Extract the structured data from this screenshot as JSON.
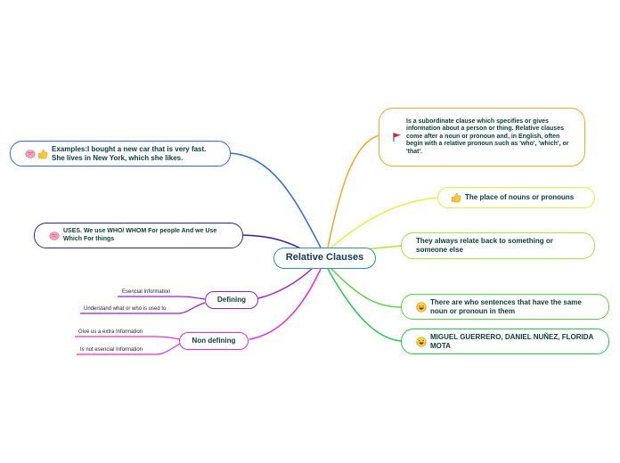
{
  "center": {
    "label": "Relative Clauses"
  },
  "nodes": {
    "definition": "Is a subordinate clause which specifies or gives information about a person or thing. Relative clauses come after a noun or pronoun and, in English, often begin with a relative pronoun such as 'who', 'which', or 'that'.",
    "examples": "Examples:I bought a new car that is very fast. She lives in New York, which she likes.",
    "uses": "USES. We use WHO/ WHOM For people And we Use Which For things",
    "place": "The place of nouns or pronouns",
    "relate": "They always relate back to something or someone else",
    "same_noun": "There are who sentences that have the same noun or pronoun in them",
    "authors": "MIGUEL GUERRERO, DANIEL NUÑEZ, FLORIDA MOTA",
    "defining": "Defining",
    "non_defining": "Non defining"
  },
  "leaves": {
    "defining_1": "Esencial Information",
    "defining_2": "Understand what or who is used to",
    "non_defining_1": "Give us a extra Information",
    "non_defining_2": "Is not esencial Information"
  },
  "colors": {
    "center": "#2f8dc9",
    "definition": "#f5a623",
    "examples": "#2d6be4",
    "uses": "#3a1ea8",
    "place": "#f2e93b",
    "relate": "#a8e23a",
    "same_noun": "#55d63a",
    "authors": "#22cc44",
    "defining": "#9b1fd6",
    "non_defining": "#e62ad9"
  },
  "icons": {
    "definition": [
      "flag-icon"
    ],
    "examples": [
      "brain-icon",
      "thumbs-up-icon"
    ],
    "uses": [
      "brain-icon"
    ],
    "place": [
      "thumbs-up-icon"
    ],
    "same_noun": [
      "laughing-face-icon"
    ],
    "authors": [
      "laughing-face-icon"
    ]
  }
}
